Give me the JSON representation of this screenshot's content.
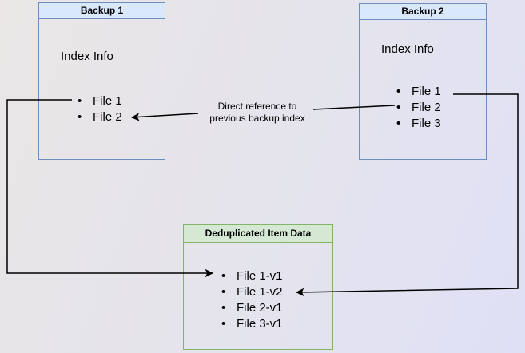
{
  "diagram": {
    "colors": {
      "blue_header_fill": "#dae8fc",
      "blue_border": "#6c8ebf",
      "green_header_fill": "#d5e8d4",
      "green_border": "#82b366",
      "edge_line": "#000000",
      "background_start": "#e9e6e5",
      "background_end": "#dfe0f6"
    },
    "backup1": {
      "title": "Backup 1",
      "subtitle": "Index Info",
      "files": [
        "File 1",
        "File 2"
      ]
    },
    "backup2": {
      "title": "Backup 2",
      "subtitle": "Index Info",
      "files": [
        "File 1",
        "File 2",
        "File 3"
      ]
    },
    "dedup": {
      "title": "Deduplicated Item Data",
      "files": [
        "File 1-v1",
        "File 1-v2",
        "File 2-v1",
        "File 3-v1"
      ]
    },
    "edge_label": {
      "line1": "Direct reference to",
      "line2": "previous backup index"
    }
  }
}
